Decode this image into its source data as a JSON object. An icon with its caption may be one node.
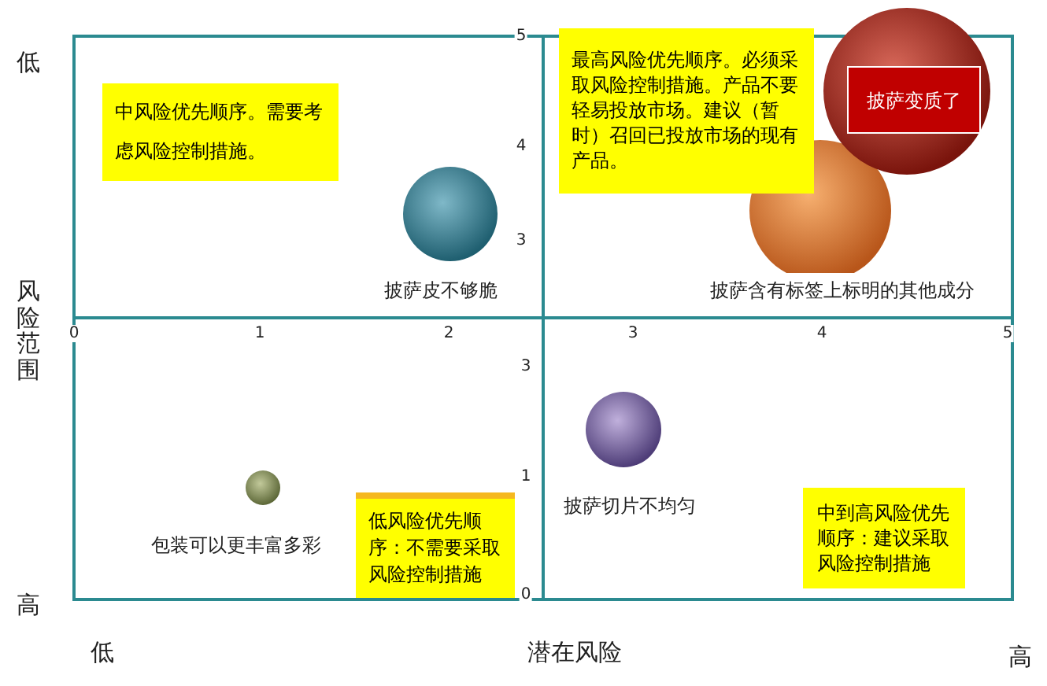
{
  "diagram": {
    "nodes": [
      {
        "text": [
          "中风险优先顺序。需要考虑风险控制措施。"
        ]
      },
      {
        "text": [
          "最高风险优先顺序。必须采取风险控制措施。产品不要轻易投放市场。建议（暂时）召回已投放市场的现有产品。"
        ]
      },
      {
        "text": [
          "披萨变质了"
        ]
      },
      {
        "text": [
          "低风险优先顺序：不需要采取风险控制措施"
        ]
      },
      {
        "text": [
          "中到高风险优先顺序：建议采取风险控制措施"
        ]
      }
    ],
    "labels": [
      "低",
      "5",
      "4",
      "3",
      "披萨皮不够脆",
      "披萨含有标签上标明的其他成分",
      "风险范围",
      "0",
      "1",
      "2",
      "3",
      "4",
      "5",
      "3",
      "1",
      "披萨切片不均匀",
      "包装可以更丰富多彩",
      "高",
      "0",
      "低",
      "潜在风险",
      "高"
    ]
  }
}
